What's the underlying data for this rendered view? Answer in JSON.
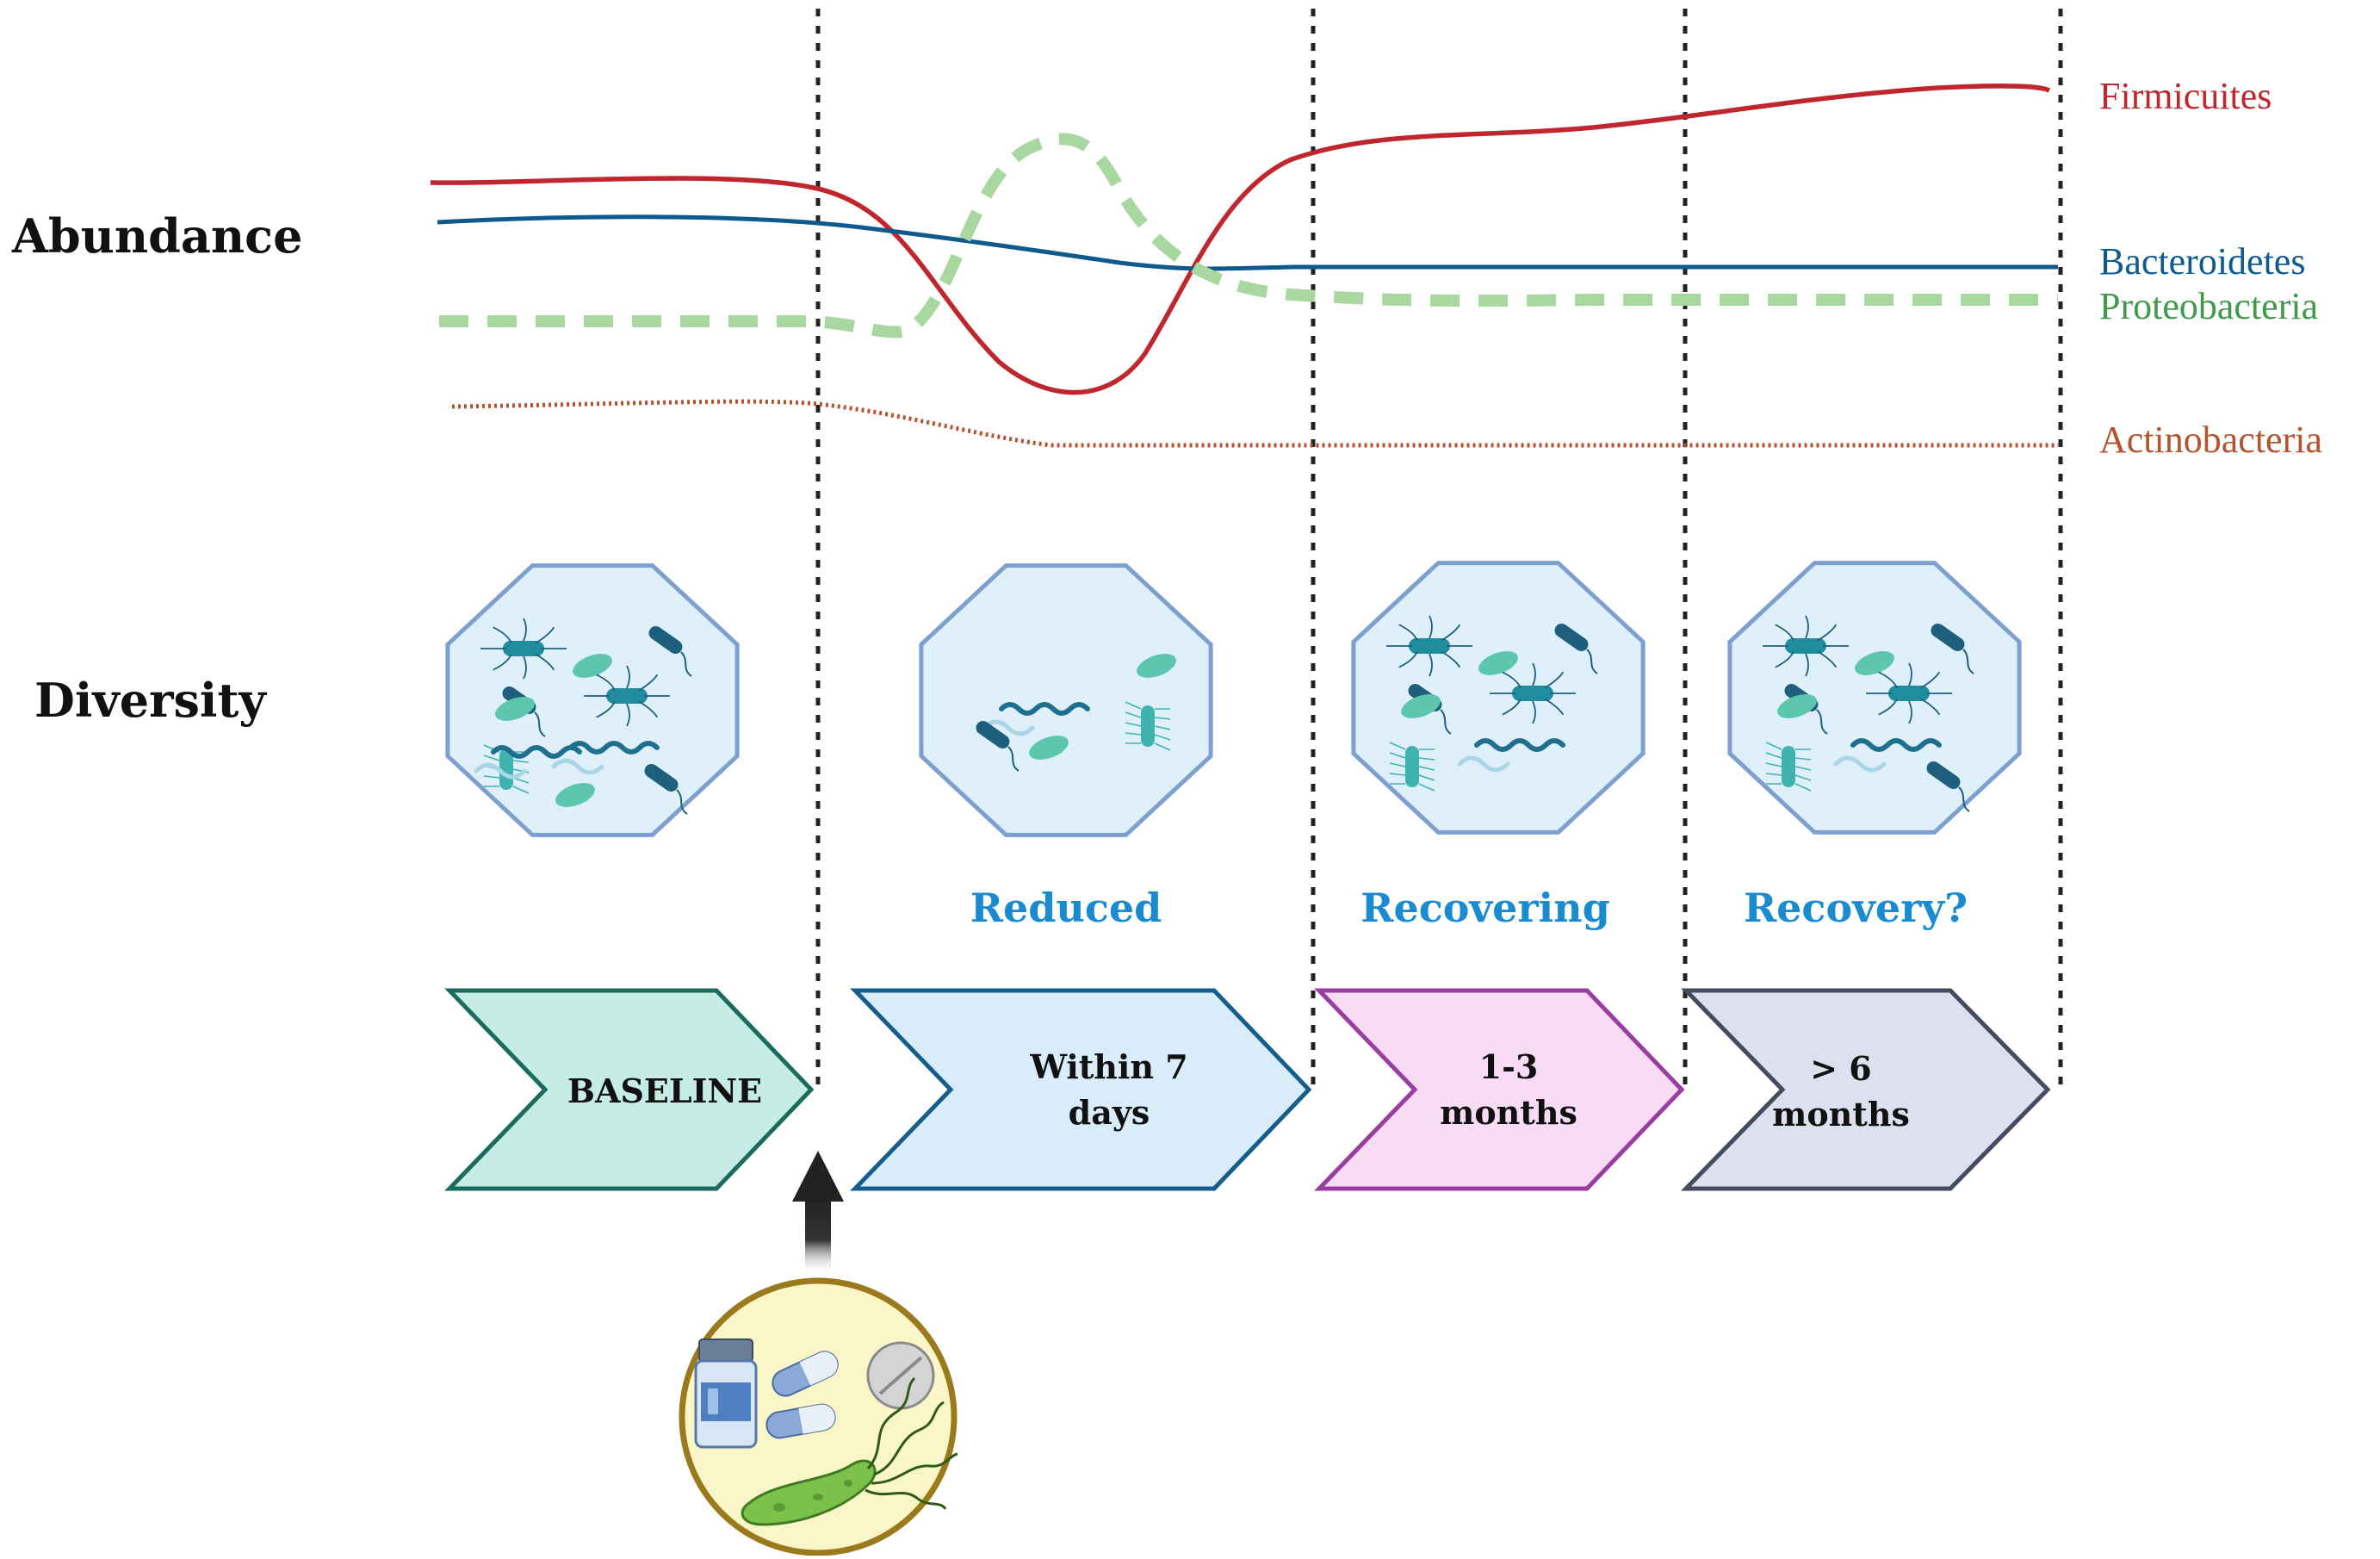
{
  "row_labels": {
    "abundance": "Abundance",
    "diversity": "Diversity"
  },
  "series": [
    {
      "key": "firmicutes",
      "name": "Firmicuites",
      "color": "#c0262d",
      "style": "solid"
    },
    {
      "key": "bacteroidetes",
      "name": "Bacteroidetes",
      "color": "#0f5a8c",
      "style": "solid"
    },
    {
      "key": "proteobacteria",
      "name": "Proteobacteria",
      "color": "#a8d8a0",
      "label_color": "#3f9a4a",
      "style": "dashed"
    },
    {
      "key": "actinobacteria",
      "name": "Actinobacteria",
      "color": "#b5532f",
      "style": "dotted"
    }
  ],
  "diversity_status": [
    "Reduced",
    "Recovering",
    "Recovery?"
  ],
  "phases": [
    {
      "lines": [
        "BASELINE"
      ],
      "fill": "#c6ede5",
      "stroke": "#1b6b5e"
    },
    {
      "lines": [
        "Within 7",
        "days"
      ],
      "fill": "#d9ecf9",
      "stroke": "#155e8c"
    },
    {
      "lines": [
        "1-3",
        "months"
      ],
      "fill": "#f8dcf6",
      "stroke": "#9a3ca0"
    },
    {
      "lines": [
        "> 6",
        "months"
      ],
      "fill": "#dde1ef",
      "stroke": "#454b60"
    }
  ],
  "icons": {
    "communities": [
      "bacterial-community-icon",
      "bacterial-community-icon",
      "bacterial-community-icon",
      "bacterial-community-icon"
    ],
    "intervention": "antibiotics-and-pathogen-icon",
    "arrow": "up-arrow-icon"
  }
}
